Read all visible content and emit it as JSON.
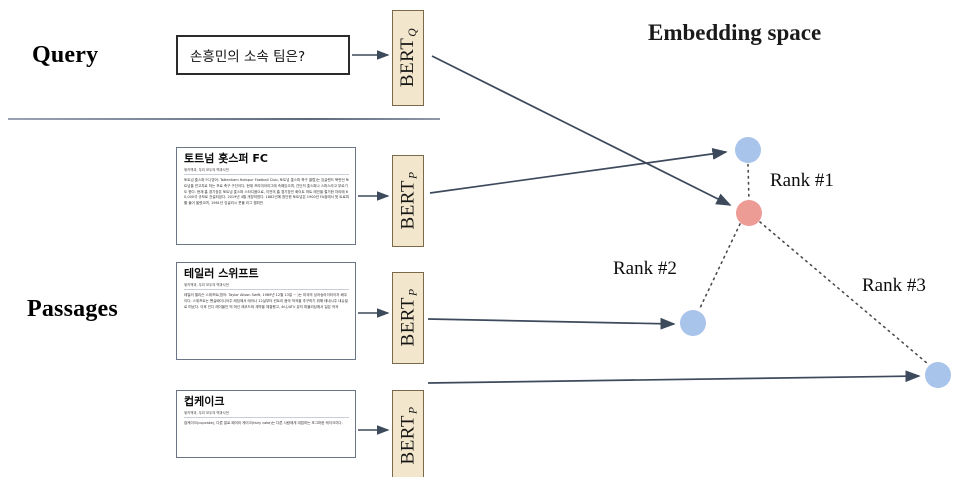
{
  "labels": {
    "query": "Query",
    "passages": "Passages",
    "embedding_space": "Embedding space"
  },
  "query": {
    "text": "손흥민의 소속 팀은?",
    "encoder": "BERT",
    "encoder_sub": "Q"
  },
  "passages": [
    {
      "title": "토트넘 홋스퍼 FC",
      "subtitle": "위키백과, 우리 모두의 백과사전",
      "body": "토트넘 홋스퍼 FC(영어: Tottenham Hotspur Football Club, 토트넘 홋스퍼 축구 클럽)는 잉글랜드 북런던 토트넘을 연고지로 하는 프로 축구 구단이다. 현재 프리미어리그에 속해있으며, 간단히 홋스퍼나 스퍼스라고 부르기도 한다. 현재 홈 경기장은 토트넘 홋스퍼 스타디움으로, 이전의 홈 경기장인 화이트 하트 레인을 철거한 자리에 60,000석 규모로 건설되었다. 2019년 4월 개장하였다. 1882년에 창단한 토트넘은 1900년 FA컵에서 첫 트로피를 들어 올렸으며, 1961년 잉글리시 풋볼 리그 챔피언",
      "encoder": "BERT",
      "encoder_sub": "P"
    },
    {
      "title": "테일러 스위프트",
      "subtitle": "위키백과, 우리 모두의 백과사전",
      "body": "테일러 앨리슨 스위프트(영어: Taylor Alison Swift, 1989년 12월 13일 ~ )는 미국의 싱어송라이터이자 배우이다. 스위프트는 펜실베이니아주 레딩에서 태어나 12살부터 컨트리 음악 작곡을 추구하기 위해 테네시주 내슈빌로 떠났다. 이후 인디 레이블인 빅 머신 레코드와 계약을 체결했고, 소니/ATV 뮤직 퍼블리싱에서 일은 작곡",
      "encoder": "BERT",
      "encoder_sub": "P"
    },
    {
      "title": "컵케이크",
      "subtitle": "위키백과, 우리 모두의 백과사전",
      "body": "컵케이크(cupcake), 다른 말로 페어리 케이크(fairy cake)는 다른 사람에게 대접하는 조그마한 케이크이다.",
      "encoder": "BERT",
      "encoder_sub": "P"
    }
  ],
  "ranks": [
    {
      "label": "Rank #1"
    },
    {
      "label": "Rank #2"
    },
    {
      "label": "Rank #3"
    }
  ],
  "colors": {
    "passage_dot": "#a8c4ea",
    "query_dot": "#ed9b95",
    "encoder_box": "#f2e6cc",
    "encoder_border": "#7b6a4a",
    "arrow": "#3d4a5c"
  }
}
